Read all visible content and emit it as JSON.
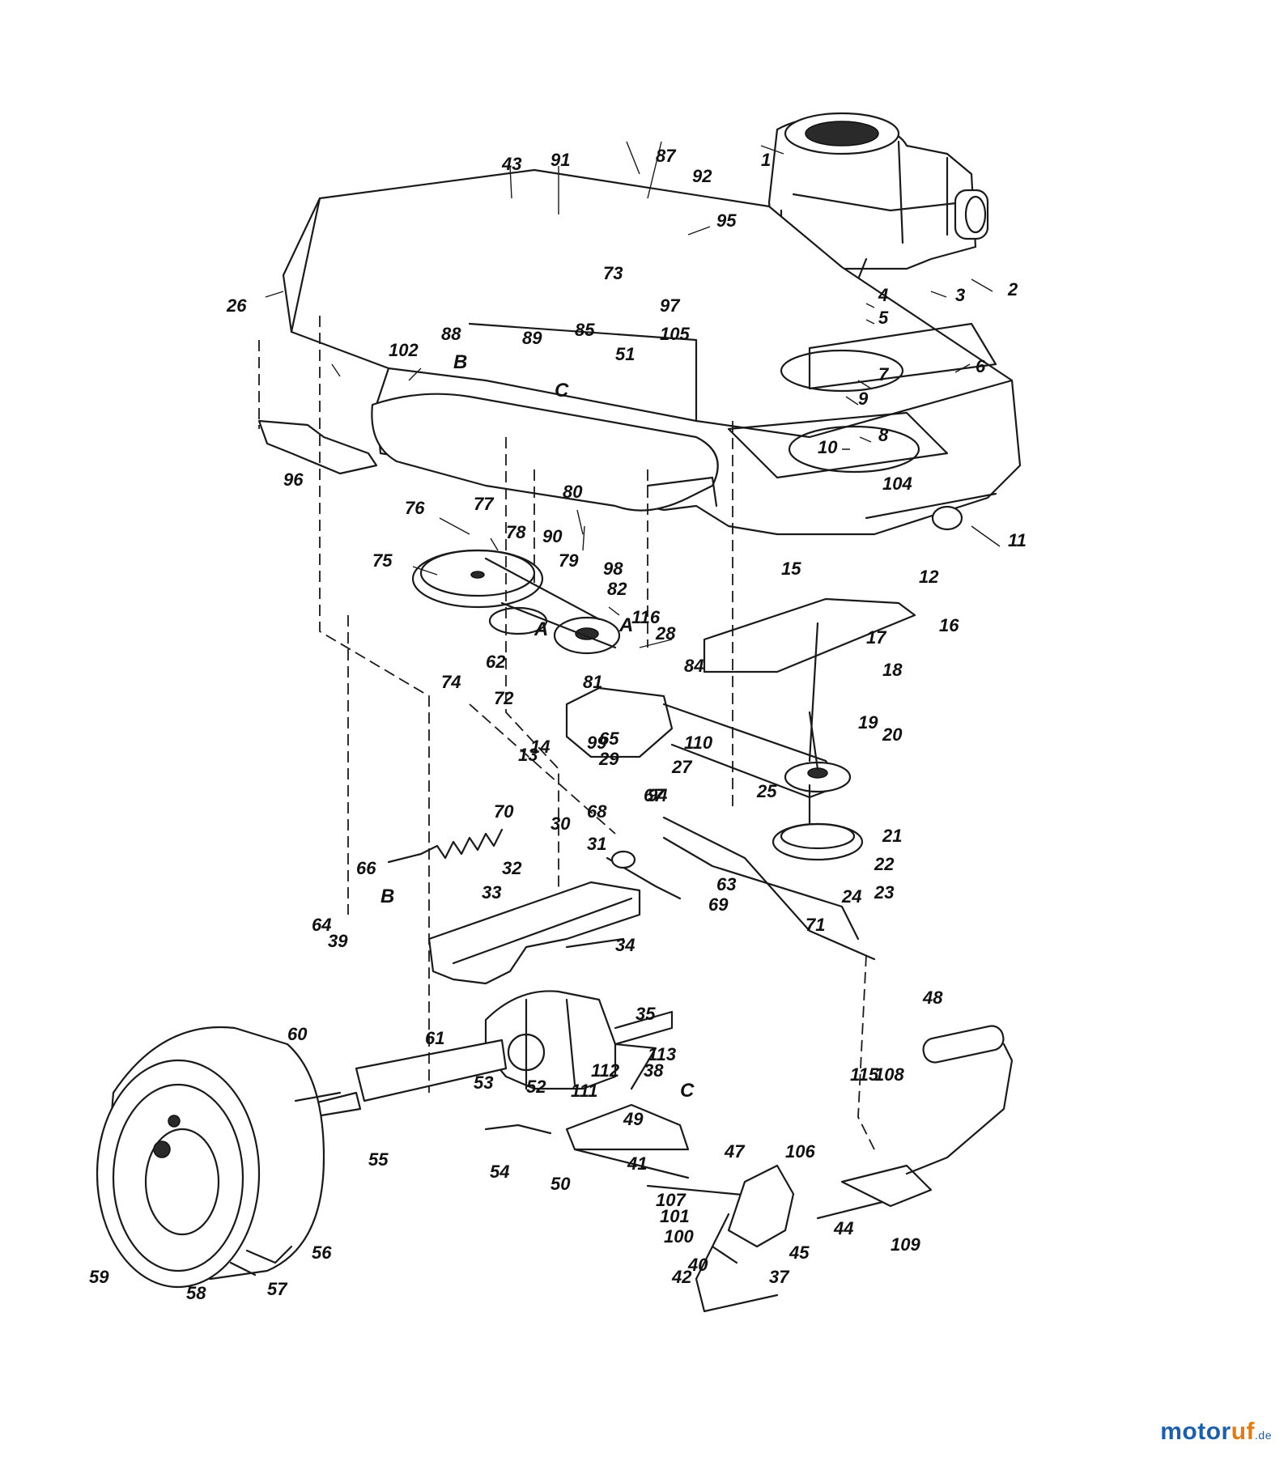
{
  "callouts": [
    "1",
    "2",
    "3",
    "4",
    "5",
    "6",
    "7",
    "8",
    "9",
    "10",
    "11",
    "12",
    "13",
    "14",
    "15",
    "16",
    "17",
    "18",
    "19",
    "20",
    "21",
    "22",
    "23",
    "24",
    "25",
    "26",
    "27",
    "28",
    "29",
    "30",
    "31",
    "32",
    "33",
    "34",
    "35",
    "37",
    "38",
    "39",
    "40",
    "41",
    "42",
    "43",
    "44",
    "45",
    "47",
    "48",
    "49",
    "50",
    "51",
    "52",
    "53",
    "54",
    "55",
    "56",
    "57",
    "58",
    "59",
    "60",
    "61",
    "62",
    "63",
    "64",
    "65",
    "66",
    "67",
    "68",
    "69",
    "70",
    "71",
    "72",
    "73",
    "74",
    "75",
    "76",
    "77",
    "78",
    "79",
    "80",
    "81",
    "82",
    "84",
    "85",
    "87",
    "88",
    "89",
    "90",
    "91",
    "92",
    "94",
    "95",
    "96",
    "97",
    "98",
    "99",
    "100",
    "101",
    "102",
    "104",
    "105",
    "106",
    "107",
    "108",
    "109",
    "110",
    "111",
    "112",
    "113",
    "115",
    "116"
  ],
  "reference_letters": [
    "A",
    "B",
    "C"
  ],
  "watermark": {
    "part1": "motor",
    "part2": "uf",
    "tld": ".de"
  }
}
